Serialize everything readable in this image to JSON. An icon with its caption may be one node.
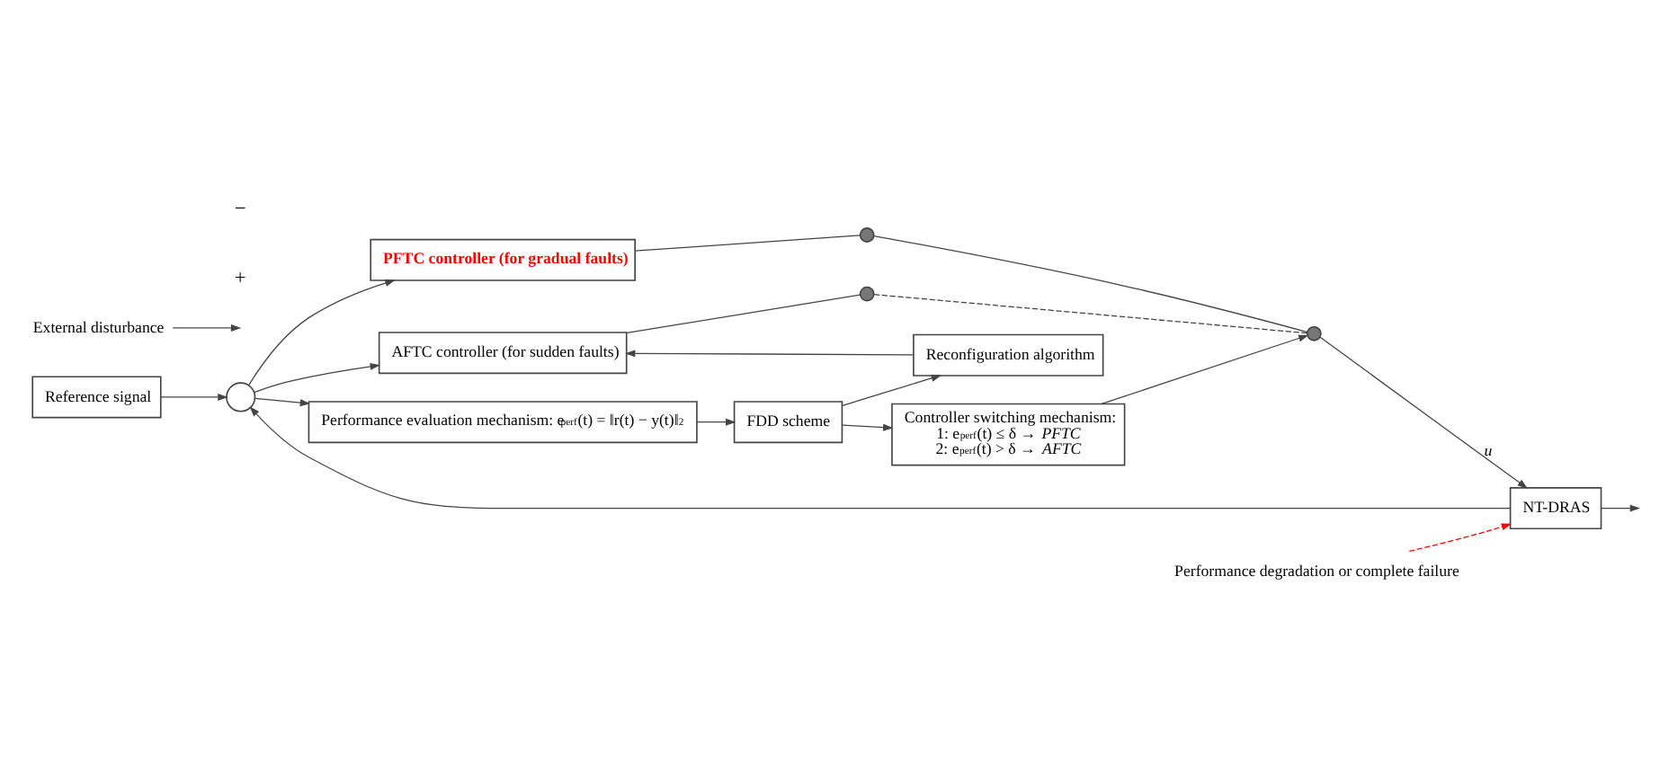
{
  "diagram": {
    "nodes": [
      {
        "text": [
          "Reference signal"
        ]
      },
      {
        "text": [],
        "shape": "circle"
      },
      {
        "text": [
          "PFTC controller (for gradual faults)"
        ]
      },
      {
        "text": [
          "AFTC controller (for sudden faults)"
        ]
      },
      {
        "text": [
          "Performance evaluation mechanism: e$_{perf}$(t) = ‖r(t) − y(t)‖$_{2}$"
        ]
      },
      {
        "text": [
          "Controller switching mechanism:",
          "1: e$_{perf}$(t) ≤ δ → *PFTC*",
          "2: e$_{perf}$(t) > δ → *AFTC*"
        ]
      },
      {
        "text": [],
        "shape": "circle"
      },
      {
        "text": [],
        "shape": "circle"
      },
      {
        "text": [],
        "shape": "circle"
      },
      {
        "text": [
          "NT-DRAS"
        ]
      },
      {
        "text": [
          "FDD scheme"
        ]
      },
      {
        "text": [
          "Reconfiguration algorithm"
        ]
      },
      {
        "text": [
          "Performance degradation or complete failure"
        ]
      },
      {
        "text": [
          "External disturbance"
        ]
      }
    ],
    "edges": [
      {
        "from": 0,
        "to": 1,
        "arrow": "to"
      },
      {
        "from": 1,
        "to": 2,
        "arrow": "to"
      },
      {
        "from": 1,
        "to": 3,
        "arrow": "to"
      },
      {
        "from": 1,
        "to": 4,
        "arrow": "to"
      },
      {
        "from": 2,
        "to": 6,
        "arrow": "none"
      },
      {
        "from": 3,
        "to": 7,
        "arrow": "none"
      },
      {
        "from": 6,
        "to": 8,
        "arrow": "none"
      },
      {
        "from": 7,
        "to": 8,
        "arrow": "none",
        "style": "dashed"
      },
      {
        "from": 5,
        "to": 8,
        "arrow": "to"
      },
      {
        "from": 8,
        "to": 9,
        "arrow": "to",
        "label": "u"
      },
      {
        "from": 9,
        "to": null,
        "arrow": "to"
      },
      {
        "from": 13,
        "to": null,
        "arrow": "to"
      },
      {
        "from": 9,
        "to": 1,
        "arrow": "to"
      },
      {
        "from": 4,
        "to": 10,
        "arrow": "to"
      },
      {
        "from": 10,
        "to": 5,
        "arrow": "to"
      },
      {
        "from": 10,
        "to": 11,
        "arrow": "to"
      },
      {
        "from": 11,
        "to": 3,
        "arrow": "to"
      },
      {
        "from": 12,
        "to": 9,
        "arrow": "to",
        "style": "dashed",
        "color": "#ff0000"
      }
    ],
    "labels": [
      "+",
      "−"
    ]
  }
}
